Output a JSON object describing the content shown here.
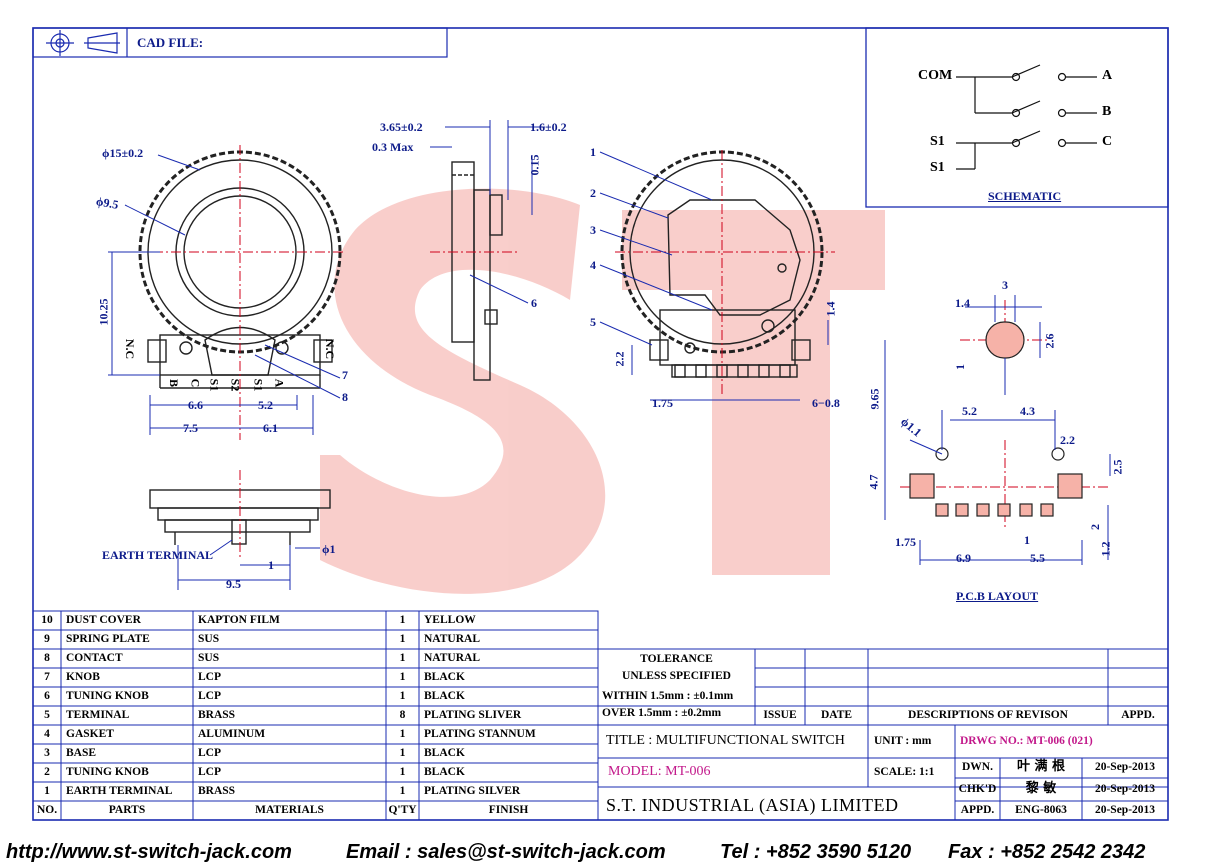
{
  "header": {
    "cad_file_label": "CAD FILE:"
  },
  "watermark": {
    "text": "ST",
    "color": "#f4a6a0"
  },
  "colors": {
    "line_blue": "#1a2bb0",
    "dim_blue": "#0d1b8a",
    "center_red": "#d0021b",
    "accent_pink": "#c2188a"
  },
  "front_view": {
    "dia_outer": "ϕ15±0.2",
    "dia_inner": "ϕ9.5",
    "height": "10.25",
    "nc_left": "N.C",
    "nc_right": "N.C",
    "pins": [
      "B",
      "C",
      "S1",
      "S2",
      "S1",
      "A"
    ],
    "dim_66": "6.6",
    "dim_52": "5.2",
    "dim_75": "7.5",
    "dim_61": "6.1",
    "callout_7": "7",
    "callout_8": "8"
  },
  "side_view": {
    "dim_365": "3.65±0.2",
    "dim_03": "0.3  Max",
    "dim_16": "1.6±0.2",
    "dim_015": "0.15",
    "callout_6": "6"
  },
  "back_view": {
    "callouts": [
      "1",
      "2",
      "3",
      "4",
      "5"
    ],
    "dim_22": "2.2",
    "dim_14": "1.4",
    "dim_175": "1.75",
    "dim_608": "6−0.8"
  },
  "bottom_view": {
    "earth_terminal": "EARTH TERMINAL",
    "dim_1": "1",
    "dim_phi1": "ϕ1",
    "dim_95": "9.5"
  },
  "schematic": {
    "com": "COM",
    "s1a": "S1",
    "s1b": "S1",
    "a": "A",
    "b": "B",
    "c": "C",
    "title": "SCHEMATIC"
  },
  "pcb": {
    "dim_3": "3",
    "dim_14": "1.4",
    "dim_26": "2.6",
    "dim_1": "1",
    "dim_965": "9.65",
    "dim_52": "5.2",
    "dim_43": "4.3",
    "dim_phi11": "ϕ1.1",
    "dim_22": "2.2",
    "dim_25": "2.5",
    "dim_47": "4.7",
    "dim_175": "1.75",
    "dim_1b": "1",
    "dim_69": "6.9",
    "dim_55": "5.5",
    "dim_12": "1.2",
    "dim_2": "2",
    "title": "P.C.B  LAYOUT"
  },
  "bom": {
    "rows": [
      {
        "no": "10",
        "part": "DUST COVER",
        "material": "KAPTON FILM",
        "qty": "1",
        "finish": "YELLOW"
      },
      {
        "no": "9",
        "part": "SPRING PLATE",
        "material": "SUS",
        "qty": "1",
        "finish": "NATURAL"
      },
      {
        "no": "8",
        "part": "CONTACT",
        "material": "SUS",
        "qty": "1",
        "finish": "NATURAL"
      },
      {
        "no": "7",
        "part": "KNOB",
        "material": "LCP",
        "qty": "1",
        "finish": "BLACK"
      },
      {
        "no": "6",
        "part": "TUNING KNOB",
        "material": "LCP",
        "qty": "1",
        "finish": "BLACK"
      },
      {
        "no": "5",
        "part": "TERMINAL",
        "material": "BRASS",
        "qty": "8",
        "finish": "PLATING SLIVER"
      },
      {
        "no": "4",
        "part": "GASKET",
        "material": "ALUMINUM",
        "qty": "1",
        "finish": "PLATING STANNUM"
      },
      {
        "no": "3",
        "part": "BASE",
        "material": "LCP",
        "qty": "1",
        "finish": "BLACK"
      },
      {
        "no": "2",
        "part": "TUNING KNOB",
        "material": "LCP",
        "qty": "1",
        "finish": "BLACK"
      },
      {
        "no": "1",
        "part": "EARTH TERMINAL",
        "material": "BRASS",
        "qty": "1",
        "finish": "PLATING SILVER"
      }
    ],
    "headers": {
      "no": "NO.",
      "part": "PARTS",
      "material": "MATERIALS",
      "qty": "Q'TY",
      "finish": "FINISH"
    }
  },
  "title_block": {
    "tolerance": "TOLERANCE",
    "unless": "UNLESS  SPECIFIED",
    "within": "WITHIN  1.5mm : ±0.1mm",
    "over": "OVER    1.5mm : ±0.2mm",
    "issue": "ISSUE",
    "date": "DATE",
    "descriptions": "DESCRIPTIONS  OF  REVISON",
    "appd": "APPD.",
    "title": "TITLE : MULTIFUNCTIONAL  SWITCH",
    "unit": "UNIT :   mm",
    "drwg": "DRWG NO.: MT-006 (021)",
    "model": "MODEL: MT-006",
    "scale": "SCALE:  1:1",
    "dwn_label": "DWN.",
    "dwn_name": "叶 满 根",
    "dwn_date": "20-Sep-2013",
    "chkd_label": "CHK'D",
    "chkd_name": "黎 敏",
    "chkd_date": "20-Sep-2013",
    "company": "S.T.  INDUSTRIAL  (ASIA)  LIMITED",
    "appd_label": "APPD.",
    "appd_name": "ENG-8063",
    "appd_date": "20-Sep-2013"
  },
  "footer": {
    "url": "http://www.st-switch-jack.com",
    "email": "Email : sales@st-switch-jack.com",
    "tel": "Tel : +852 3590 5120",
    "fax": "Fax : +852 2542 2342"
  }
}
